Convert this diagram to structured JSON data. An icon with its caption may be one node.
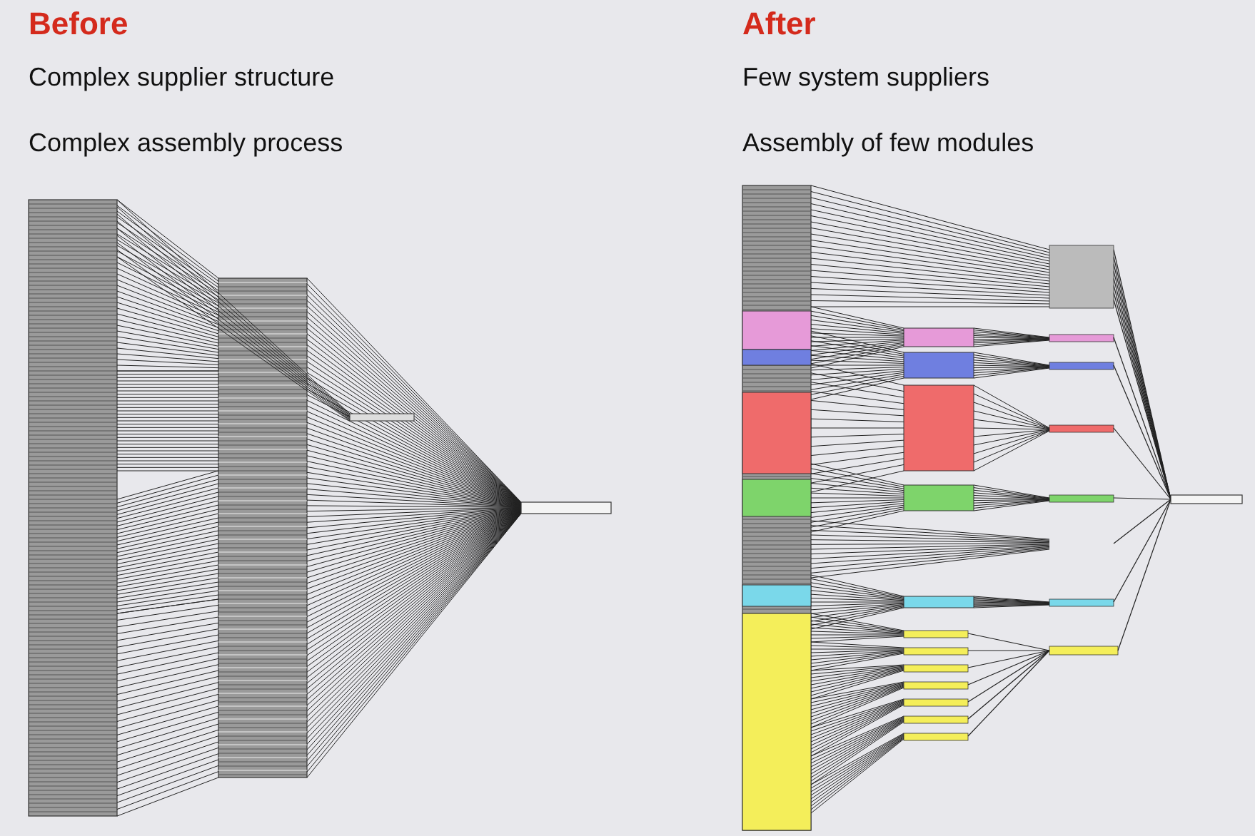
{
  "diagram": {
    "labels": [
      "Before",
      "Complex supplier structure",
      "Complex assembly process",
      "After",
      "Few system suppliers",
      "Assembly of few modules"
    ]
  }
}
